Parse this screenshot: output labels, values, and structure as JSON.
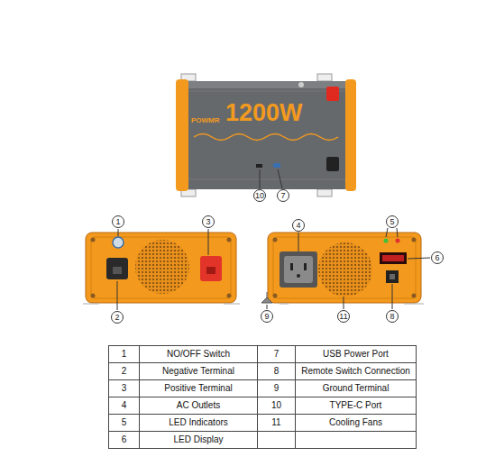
{
  "diagram": {
    "labels": [
      "POWMR",
      "1200W",
      "10",
      "7",
      "1",
      "3",
      "2",
      "4",
      "5",
      "6",
      "9",
      "11",
      "8",
      "1",
      "NO/OFF Switch",
      "7",
      "USB Power Port",
      "2",
      "Negative Terminal",
      "8",
      "Remote Switch Connection",
      "3",
      "Positive Terminal",
      "9",
      "Ground Terminal",
      "4",
      "AC Outlets",
      "10",
      "TYPE-C Port",
      "5",
      "LED Indicators",
      "11",
      "Cooling Fans",
      "6",
      "LED Display"
    ]
  }
}
